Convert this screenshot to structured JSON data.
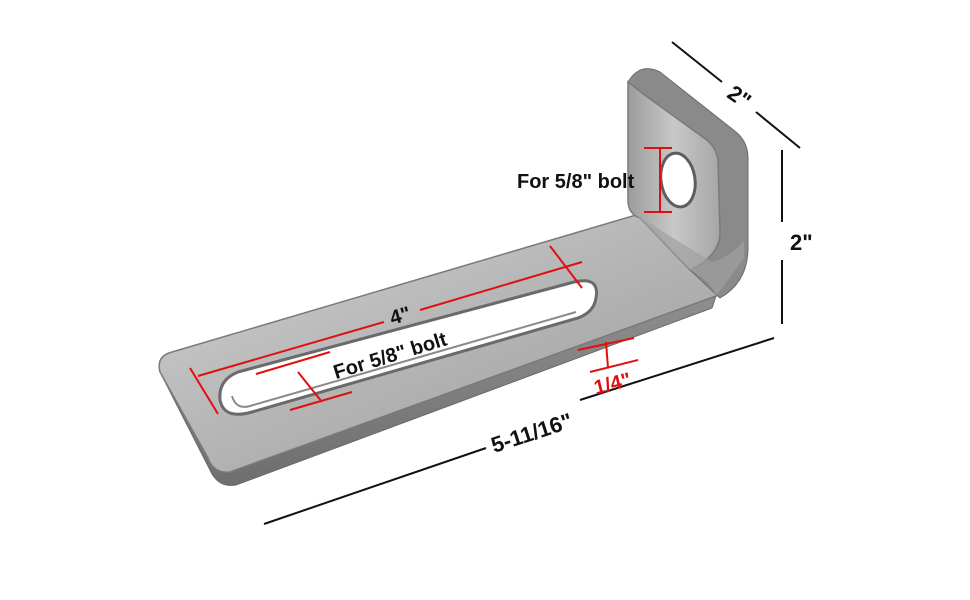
{
  "colors": {
    "dimension_line": "#111111",
    "accent": "#e01010",
    "metal_light": "#c9c9c9",
    "metal_mid": "#a9a9a9",
    "metal_dark": "#7d7d7d",
    "background": "#ffffff"
  },
  "labels": {
    "depth": "2\"",
    "height": "2\"",
    "total_length": "5-11/16\"",
    "slot_length": "4\"",
    "thickness": "1/4\"",
    "upper_hole": "For 5/8\" bolt",
    "slot": "For 5/8\" bolt"
  }
}
